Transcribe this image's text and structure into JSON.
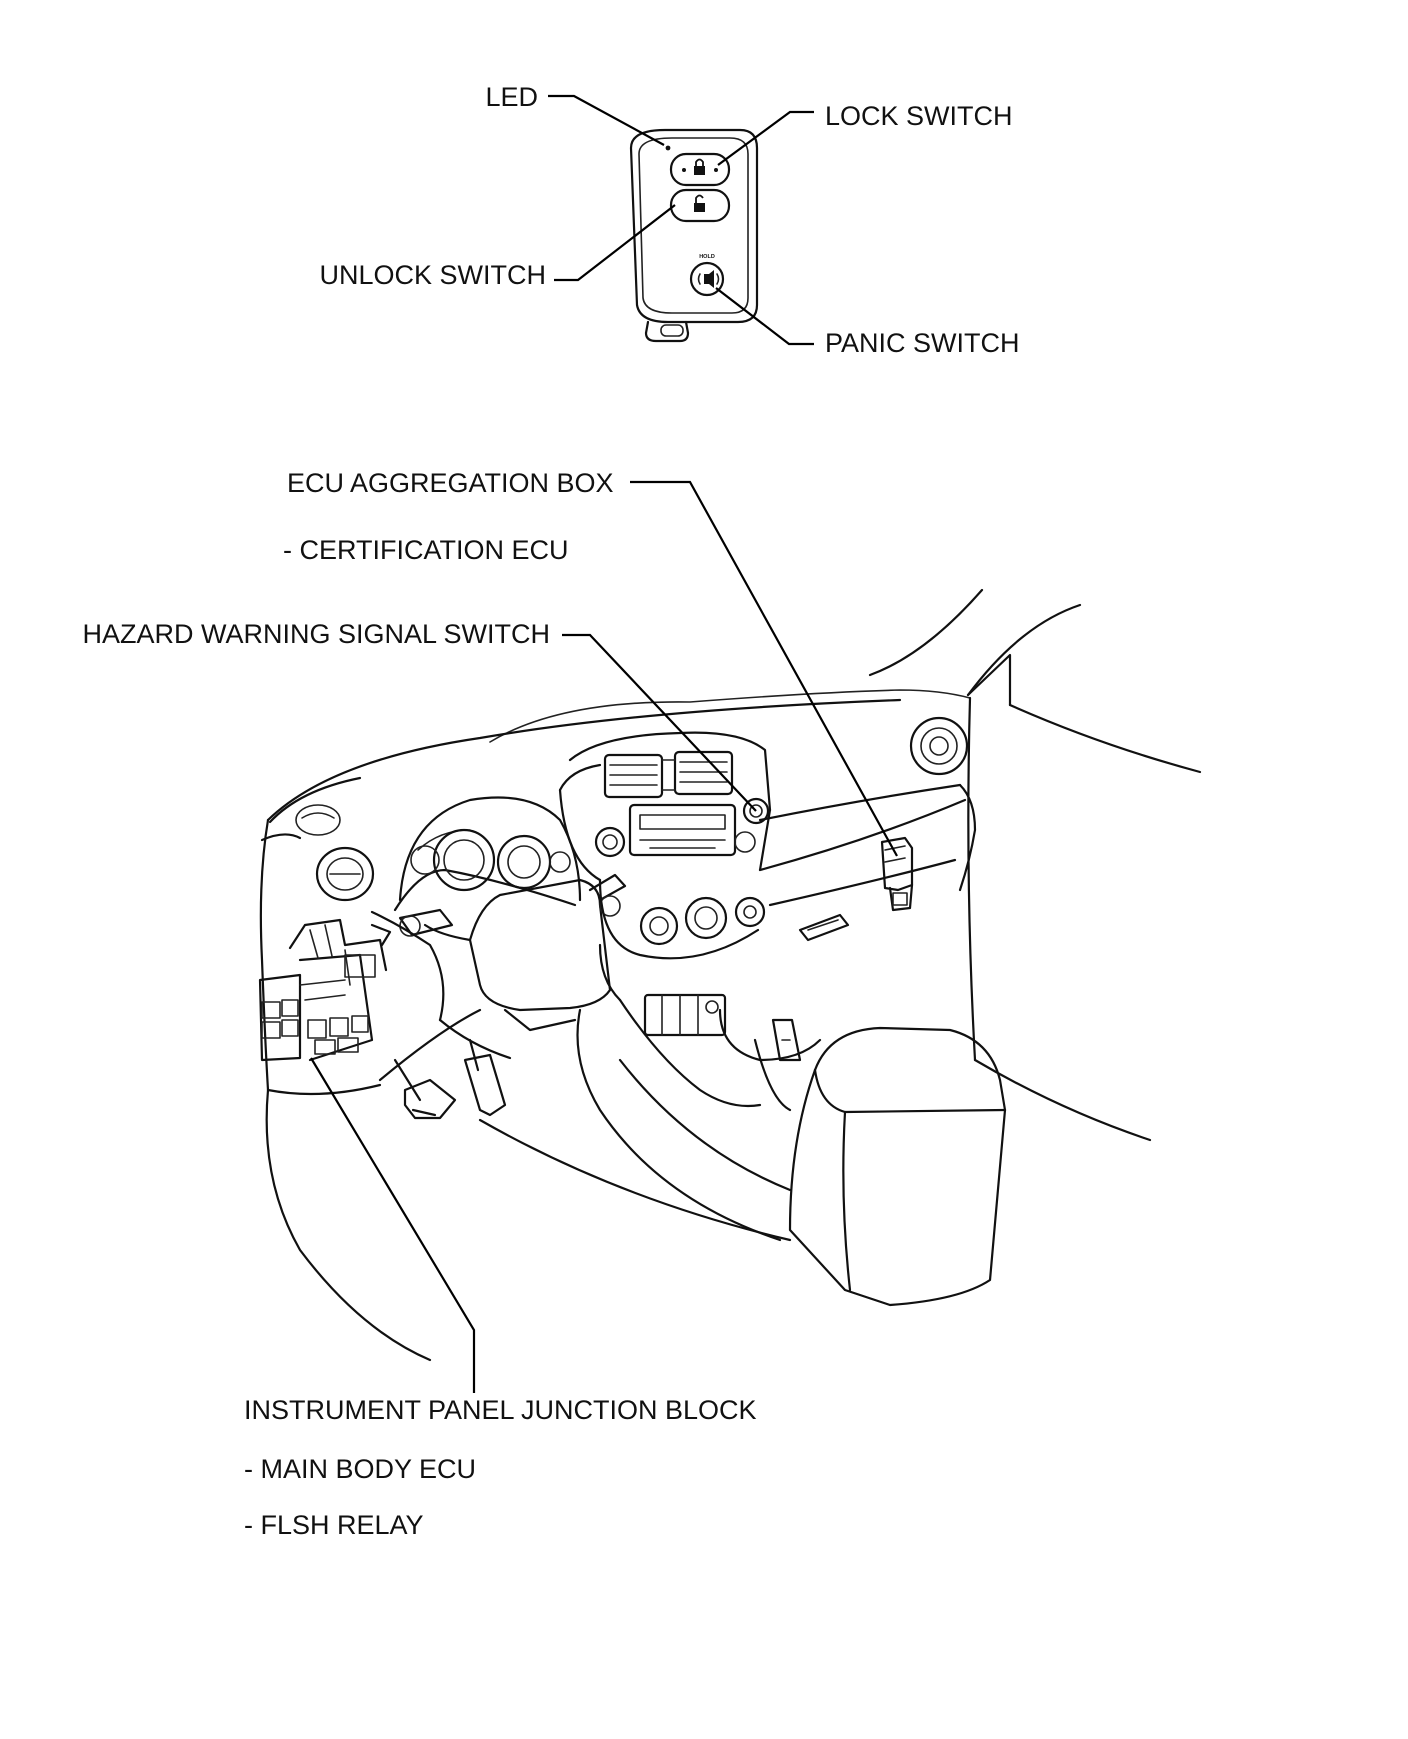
{
  "labels": {
    "led": "LED",
    "lock_switch": "LOCK SWITCH",
    "unlock_switch": "UNLOCK SWITCH",
    "panic_switch": "PANIC SWITCH",
    "ecu_aggregation_box": "ECU AGGREGATION BOX",
    "certification_ecu": "- CERTIFICATION ECU",
    "hazard_switch": "HAZARD WARNING SIGNAL SWITCH",
    "instrument_panel_jb": "INSTRUMENT PANEL JUNCTION BLOCK",
    "main_body_ecu": "- MAIN BODY ECU",
    "flsh_relay": "- FLSH RELAY"
  },
  "key_fob": {
    "hold_text": "HOLD"
  }
}
